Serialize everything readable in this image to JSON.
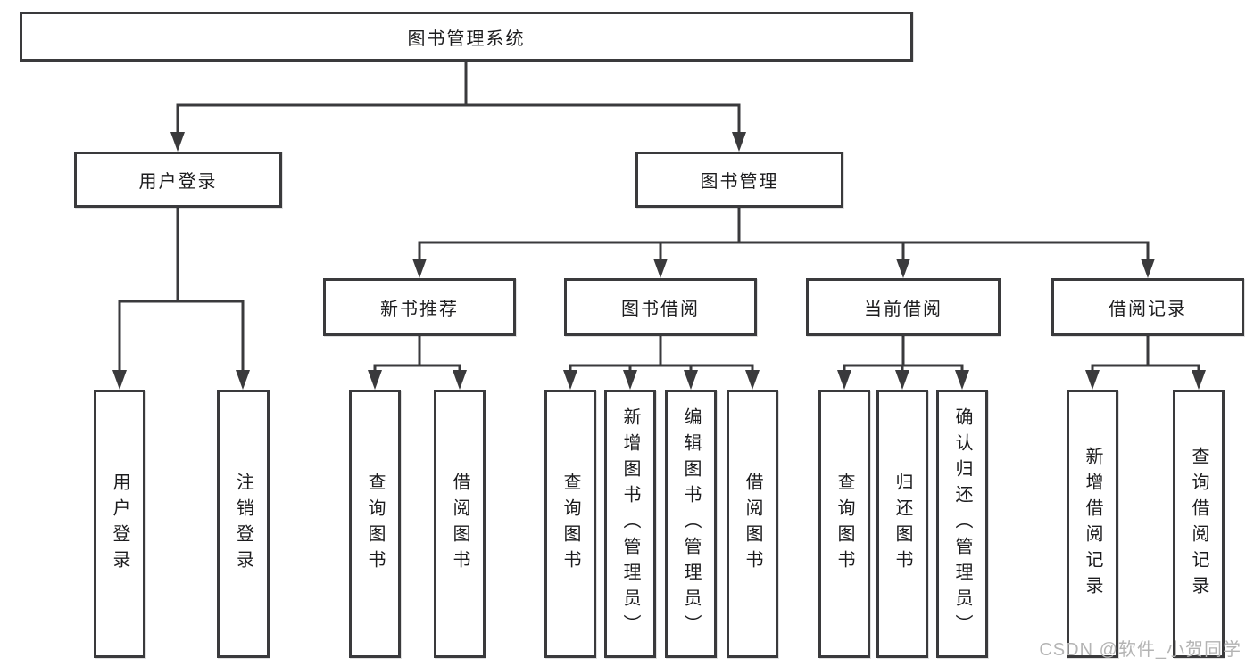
{
  "diagram_type": "hierarchy-tree",
  "tree": {
    "label": "图书管理系统",
    "children": [
      {
        "label": "用户登录",
        "children": [
          {
            "label": "用户登录"
          },
          {
            "label": "注销登录"
          }
        ]
      },
      {
        "label": "图书管理",
        "children": [
          {
            "label": "新书推荐",
            "children": [
              {
                "label": "查询图书"
              },
              {
                "label": "借阅图书"
              }
            ]
          },
          {
            "label": "图书借阅",
            "children": [
              {
                "label": "查询图书"
              },
              {
                "label": "新增图书（管理员）"
              },
              {
                "label": "编辑图书（管理员）"
              },
              {
                "label": "借阅图书"
              }
            ]
          },
          {
            "label": "当前借阅",
            "children": [
              {
                "label": "查询图书"
              },
              {
                "label": "归还图书"
              },
              {
                "label": "确认归还（管理员）"
              }
            ]
          },
          {
            "label": "借阅记录",
            "children": [
              {
                "label": "新增借阅记录"
              },
              {
                "label": "查询借阅记录"
              }
            ]
          }
        ]
      }
    ]
  },
  "watermark": {
    "text": "CSDN @软件_小贺同学"
  },
  "colors": {
    "line": "#3a3a3c",
    "text": "#1c1c1e",
    "bg": "#ffffff",
    "watermark": "#b4b4b4"
  }
}
